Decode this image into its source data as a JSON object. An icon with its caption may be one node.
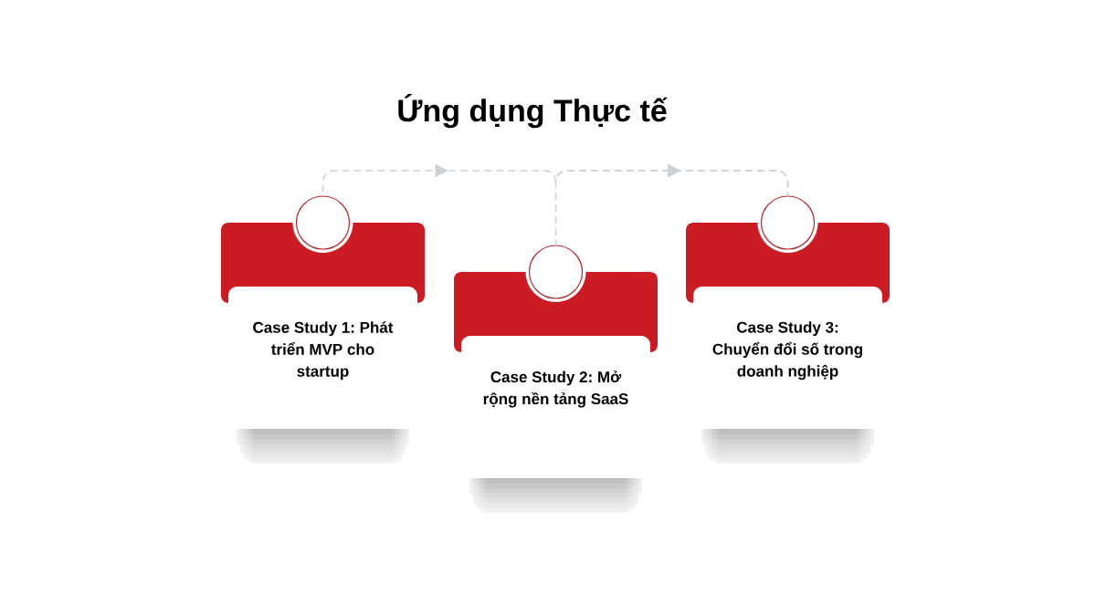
{
  "diagram": {
    "title": "Ứng dụng Thực tế",
    "nodes": [
      {
        "text": [
          "Case Study 1: Phát triển MVP cho startup"
        ]
      },
      {
        "text": [],
        "shape": "circle"
      },
      {
        "text": [
          "Case Study 2: Mở rộng nền tảng SaaS"
        ]
      },
      {
        "text": [],
        "shape": "circle"
      },
      {
        "text": [
          "Case Study 3: Chuyển đổi số trong doanh nghiệp"
        ]
      },
      {
        "text": [],
        "shape": "circle"
      }
    ],
    "edges": [
      {
        "from": 1,
        "to": 5,
        "arrow": "to",
        "style": "dashed"
      },
      {
        "from": 3,
        "to": 5,
        "arrow": "to",
        "style": "dashed"
      }
    ]
  }
}
